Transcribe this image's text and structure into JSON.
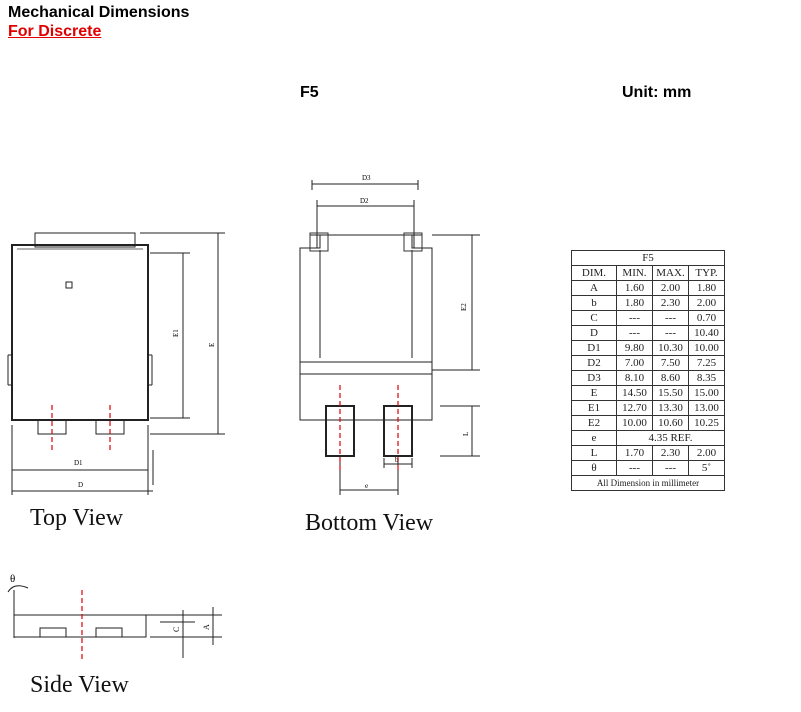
{
  "header": {
    "title": "Mechanical Dimensions",
    "subtitle": "For Discrete",
    "package": "F5",
    "unit": "Unit: mm"
  },
  "views": {
    "top": "Top View",
    "bottom": "Bottom View",
    "side": "Side View"
  },
  "labels": {
    "D": "D",
    "D1": "D1",
    "D2": "D2",
    "D3": "D3",
    "E": "E",
    "E1": "E1",
    "E2": "E2",
    "L": "L",
    "b": "b",
    "e": "e",
    "A": "A",
    "C": "C",
    "theta": "θ"
  },
  "table": {
    "title": "F5",
    "headers": [
      "DIM.",
      "MIN.",
      "MAX.",
      "TYP."
    ],
    "rows": [
      {
        "dim": "A",
        "min": "1.60",
        "max": "2.00",
        "typ": "1.80"
      },
      {
        "dim": "b",
        "min": "1.80",
        "max": "2.30",
        "typ": "2.00"
      },
      {
        "dim": "C",
        "min": "---",
        "max": "---",
        "typ": "0.70"
      },
      {
        "dim": "D",
        "min": "---",
        "max": "---",
        "typ": "10.40"
      },
      {
        "dim": "D1",
        "min": "9.80",
        "max": "10.30",
        "typ": "10.00"
      },
      {
        "dim": "D2",
        "min": "7.00",
        "max": "7.50",
        "typ": "7.25"
      },
      {
        "dim": "D3",
        "min": "8.10",
        "max": "8.60",
        "typ": "8.35"
      },
      {
        "dim": "E",
        "min": "14.50",
        "max": "15.50",
        "typ": "15.00"
      },
      {
        "dim": "E1",
        "min": "12.70",
        "max": "13.30",
        "typ": "13.00"
      },
      {
        "dim": "E2",
        "min": "10.00",
        "max": "10.60",
        "typ": "10.25"
      },
      {
        "dim": "e",
        "ref": "4.35 REF."
      },
      {
        "dim": "L",
        "min": "1.70",
        "max": "2.30",
        "typ": "2.00"
      },
      {
        "dim": "θ",
        "min": "---",
        "max": "---",
        "typ": "5˚"
      }
    ],
    "footer": "All Dimension in millimeter"
  }
}
